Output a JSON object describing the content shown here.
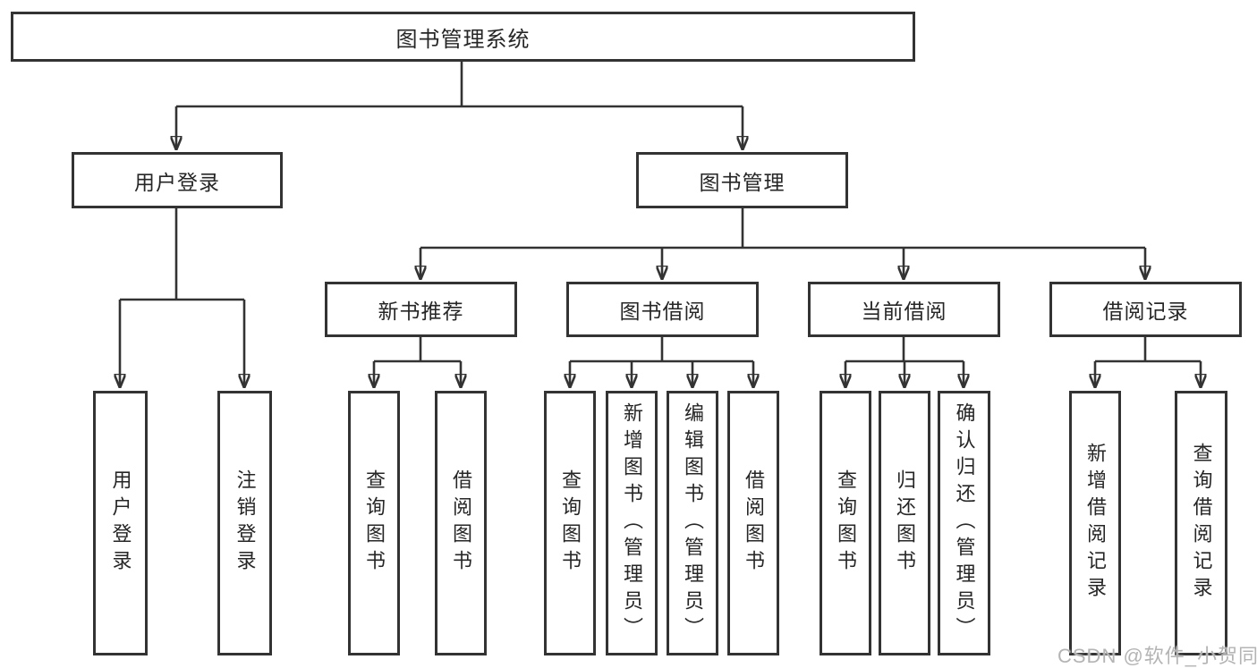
{
  "theme": {
    "line_color": "#333333",
    "text_color": "#262626",
    "background": "#ffffff",
    "watermark_color": "#b4b4b4"
  },
  "tree": {
    "root": {
      "label": "图书管理系统"
    },
    "branches": [
      {
        "label": "用户登录",
        "children": [
          {
            "label": "用户登录"
          },
          {
            "label": "注销登录"
          }
        ]
      },
      {
        "label": "图书管理",
        "children": [
          {
            "label": "新书推荐",
            "children": [
              {
                "label": "查询图书"
              },
              {
                "label": "借阅图书"
              }
            ]
          },
          {
            "label": "图书借阅",
            "children": [
              {
                "label": "查询图书"
              },
              {
                "label": "新增图书（管理员）"
              },
              {
                "label": "编辑图书（管理员）"
              },
              {
                "label": "借阅图书"
              }
            ]
          },
          {
            "label": "当前借阅",
            "children": [
              {
                "label": "查询图书"
              },
              {
                "label": "归还图书"
              },
              {
                "label": "确认归还（管理员）"
              }
            ]
          },
          {
            "label": "借阅记录",
            "children": [
              {
                "label": "新增借阅记录"
              },
              {
                "label": "查询借阅记录"
              }
            ]
          }
        ]
      }
    ]
  },
  "watermark": {
    "text": "CSDN @软件_小贺同学"
  }
}
